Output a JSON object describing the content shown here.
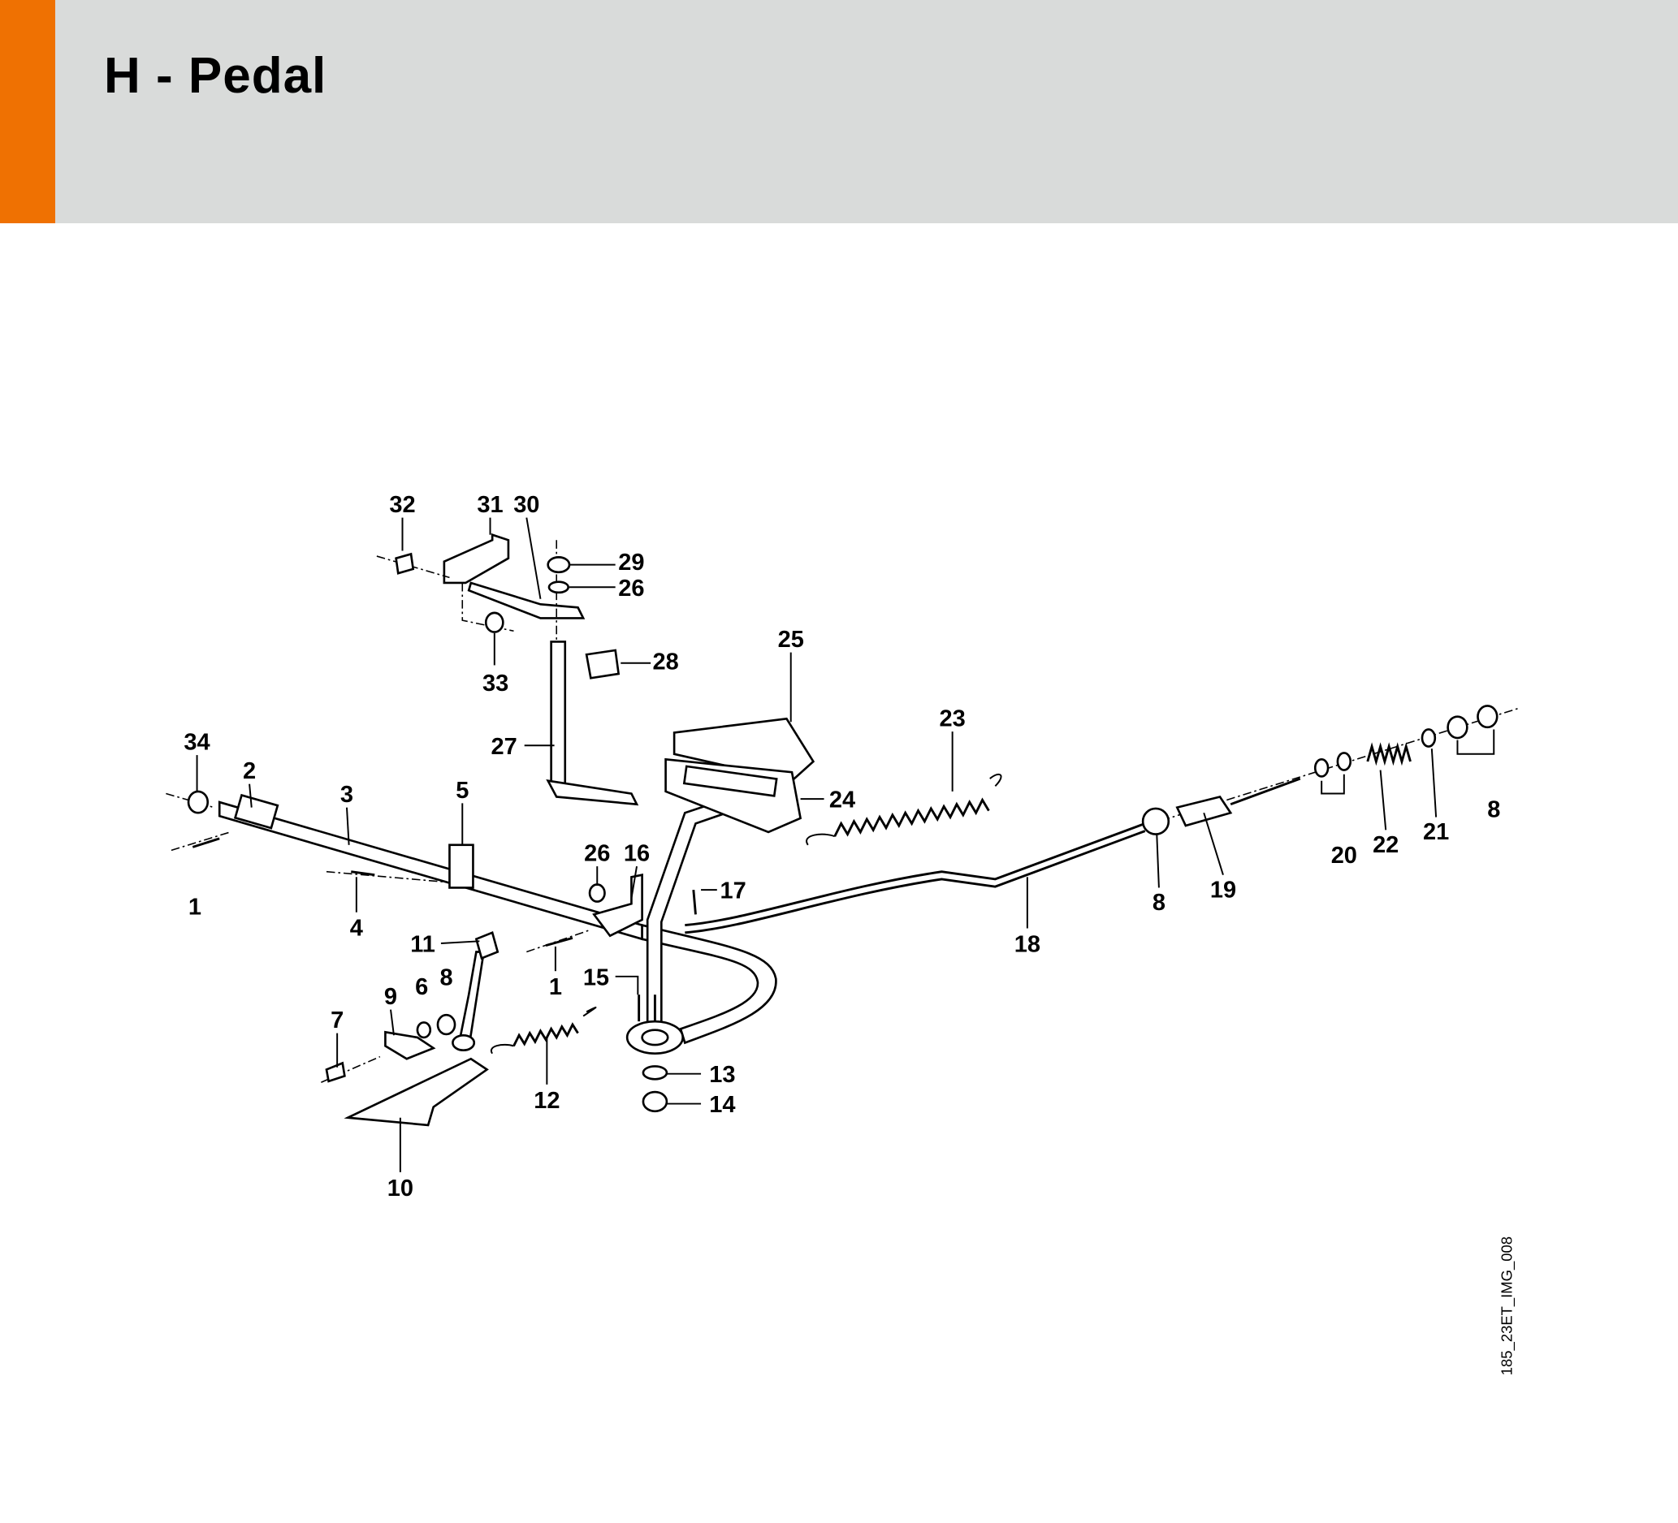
{
  "header": {
    "title": "H - Pedal",
    "accent_color": "#ef7102",
    "background_color": "#d9dbda"
  },
  "diagram": {
    "reference": "185_23ET_IMG_008",
    "callouts": [
      "32",
      "31",
      "30",
      "29",
      "26",
      "28",
      "33",
      "25",
      "23",
      "27",
      "34",
      "2",
      "3",
      "5",
      "24",
      "26",
      "16",
      "17",
      "1",
      "4",
      "18",
      "8",
      "19",
      "20",
      "22",
      "21",
      "8",
      "11",
      "1",
      "15",
      "9",
      "6",
      "8",
      "7",
      "12",
      "13",
      "14",
      "10"
    ]
  }
}
